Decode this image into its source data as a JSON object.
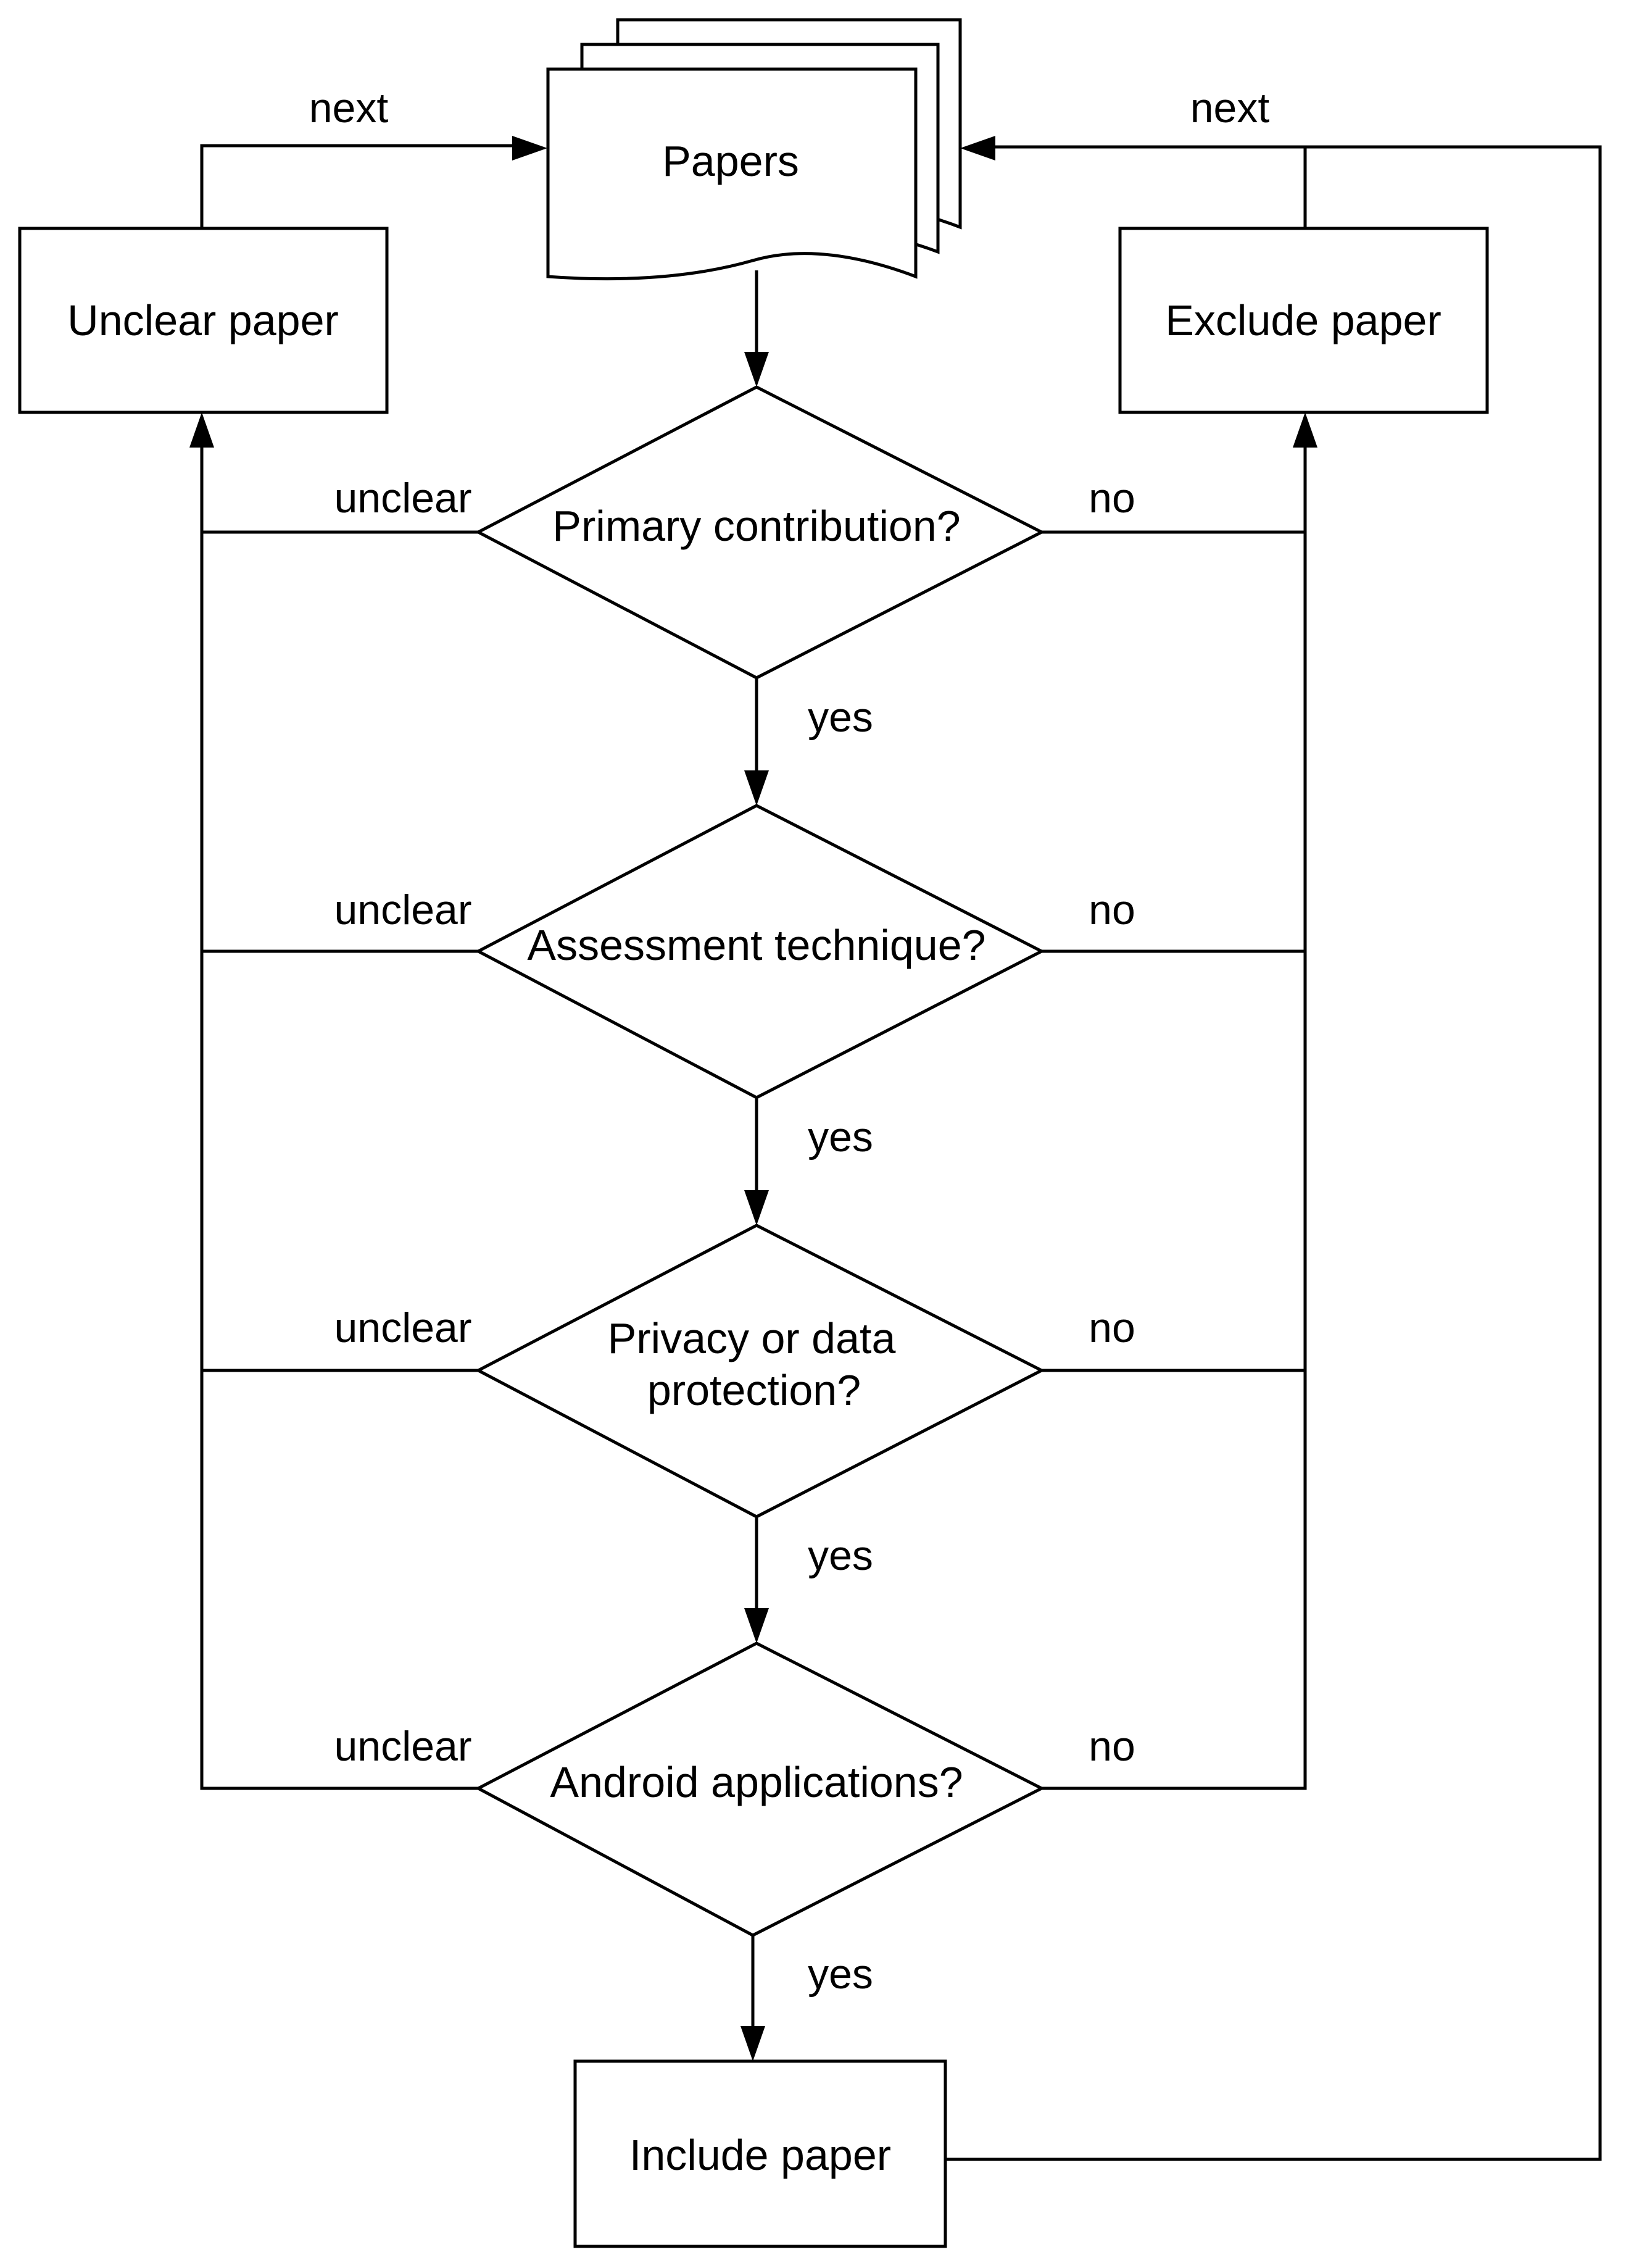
{
  "nodes": {
    "papers": "Papers",
    "unclear_paper": "Unclear paper",
    "exclude_paper": "Exclude paper",
    "include_paper": "Include paper",
    "decision_1": [
      "Primary contribution?"
    ],
    "decision_2": [
      "Assessment technique?"
    ],
    "decision_3": [
      "Privacy or data",
      "protection?"
    ],
    "decision_4": [
      "Android applications?"
    ]
  },
  "edge_labels": {
    "next": "next",
    "yes": "yes",
    "no": "no",
    "unclear": "unclear"
  }
}
